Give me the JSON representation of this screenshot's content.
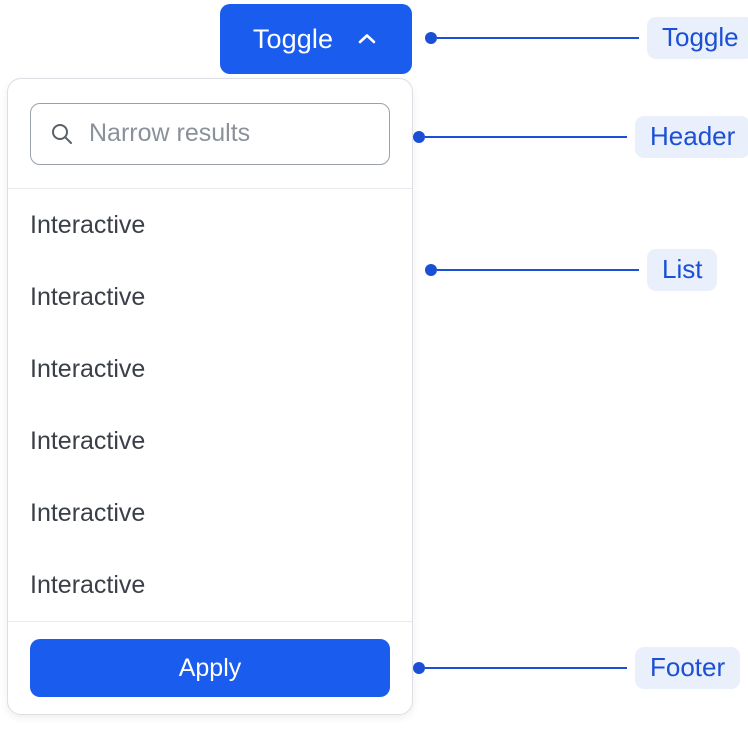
{
  "toggle": {
    "label": "Toggle",
    "icon": "chevron-up-icon"
  },
  "panel": {
    "header": {
      "search_icon": "search-icon",
      "search_placeholder": "Narrow results",
      "search_value": ""
    },
    "list": {
      "items": [
        {
          "label": "Interactive"
        },
        {
          "label": "Interactive"
        },
        {
          "label": "Interactive"
        },
        {
          "label": "Interactive"
        },
        {
          "label": "Interactive"
        },
        {
          "label": "Interactive"
        }
      ]
    },
    "footer": {
      "apply_label": "Apply"
    }
  },
  "annotations": [
    {
      "label": "Toggle"
    },
    {
      "label": "Header"
    },
    {
      "label": "List"
    },
    {
      "label": "Footer"
    }
  ],
  "colors": {
    "accent_blue": "#1a5ced",
    "annotation_blue": "#1a4fd6",
    "pill_background": "#eaf0fb",
    "text_dark": "#3a3f47",
    "placeholder_gray": "#8b919b",
    "panel_border": "#dcdfe4",
    "divider": "#e8eaed",
    "input_border": "#9ba1ab",
    "surface_white": "#ffffff"
  }
}
